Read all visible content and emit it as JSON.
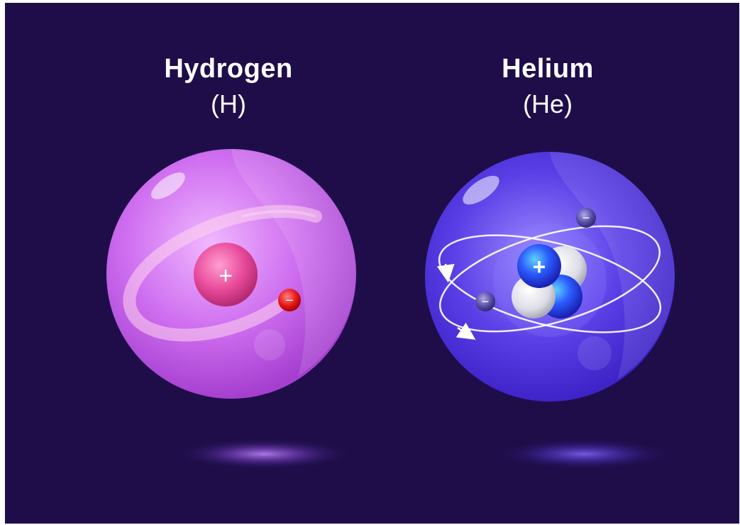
{
  "hydrogen": {
    "name": "Hydrogen",
    "symbol": "(H)",
    "nucleus_sign": "+",
    "electron_sign": "−",
    "sphere_color": "#c35fe0"
  },
  "helium": {
    "name": "Helium",
    "symbol": "(He)",
    "proton_sign": "+",
    "electron_sign": "−",
    "sphere_color": "#4a2fd8"
  },
  "background_color": "#1f0d4a"
}
